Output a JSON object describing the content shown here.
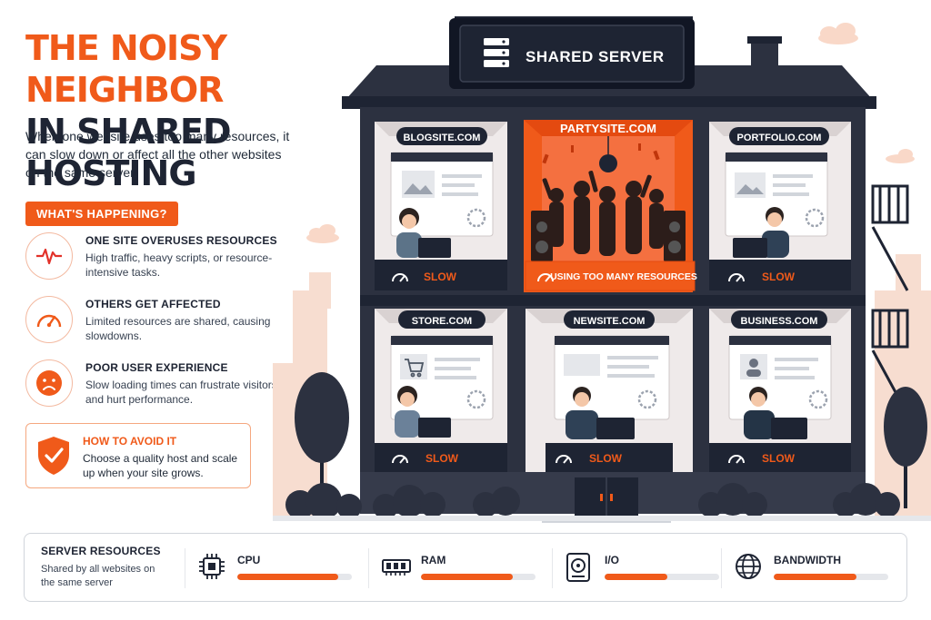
{
  "title": {
    "line1": "THE NOISY NEIGHBOR",
    "line2": "IN SHARED HOSTING"
  },
  "intro": "When one website uses too many resources, it can slow down or affect all the other websites on the same server.",
  "happening": {
    "label": "WHAT'S HAPPENING?",
    "points": [
      {
        "icon": "heartbeat-icon",
        "title": "ONE SITE OVERUSES RESOURCES",
        "desc": "High traffic, heavy scripts, or resource-intensive tasks."
      },
      {
        "icon": "speedometer-icon",
        "title": "OTHERS GET AFFECTED",
        "desc": "Limited resources are shared, causing slowdowns."
      },
      {
        "icon": "sad-face-icon",
        "title": "POOR USER EXPERIENCE",
        "desc": "Slow loading times can frustrate visitors and hurt performance."
      }
    ]
  },
  "avoid": {
    "title": "HOW TO AVOID IT",
    "desc": "Choose a quality host and scale up when your site grows."
  },
  "server": {
    "sign": "SHARED SERVER",
    "units": [
      {
        "name": "BLOGSITE.COM",
        "status": "SLOW"
      },
      {
        "name": "PARTYSITE.COM",
        "status": "USING TOO MANY RESOURCES"
      },
      {
        "name": "PORTFOLIO.COM",
        "status": "SLOW"
      },
      {
        "name": "STORE.COM",
        "status": "SLOW"
      },
      {
        "name": "NEWSITE.COM",
        "status": "SLOW"
      },
      {
        "name": "BUSINESS.COM",
        "status": "SLOW"
      }
    ]
  },
  "resources": {
    "title": "SERVER RESOURCES",
    "desc": "Shared by all websites on the same server",
    "items": [
      {
        "label": "CPU",
        "icon": "cpu-chip-icon",
        "usage": 0.88
      },
      {
        "label": "RAM",
        "icon": "ram-module-icon",
        "usage": 0.8
      },
      {
        "label": "I/O",
        "icon": "hard-drive-icon",
        "usage": 0.55
      },
      {
        "label": "BANDWIDTH",
        "icon": "globe-icon",
        "usage": 0.72
      }
    ]
  },
  "colors": {
    "accent": "#f05a1a",
    "dark": "#1e2433",
    "building": "#2c3140",
    "room": "#efeaea"
  }
}
